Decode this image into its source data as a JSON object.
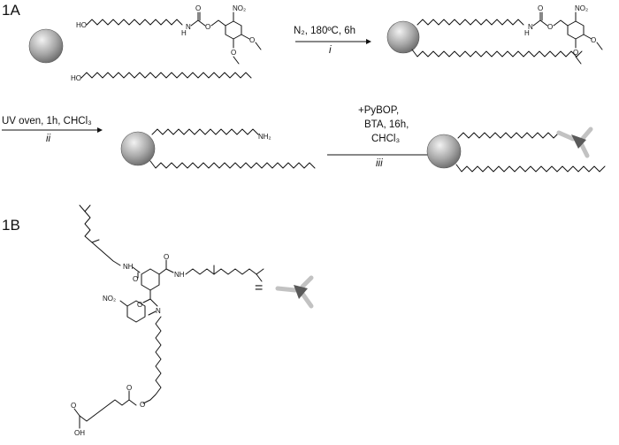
{
  "panel_labels": {
    "a": "1A",
    "b": "1B"
  },
  "reactions": [
    {
      "id": "i",
      "conditions": [
        "N₂, 180ºC, 6h"
      ],
      "step": "i"
    },
    {
      "id": "ii",
      "conditions": [
        "UV oven, 1h, CHCl₃"
      ],
      "step": "ii"
    },
    {
      "id": "iii",
      "conditions": [
        "+PyBOP,",
        "BTA, 16h,",
        "CHCl₃"
      ],
      "step": "iii"
    }
  ],
  "atoms": {
    "ho": "HO",
    "nh": "H",
    "n": "N",
    "o": "O",
    "no2": "NO₂",
    "nh2": "NH₂",
    "oh": "OH"
  },
  "equals": "=",
  "colors": {
    "sphere_light": "#f2f2f2",
    "sphere_dark": "#6e6e6e",
    "bta_dark": "#5a5a5a",
    "bta_light": "#c2c2c2"
  }
}
